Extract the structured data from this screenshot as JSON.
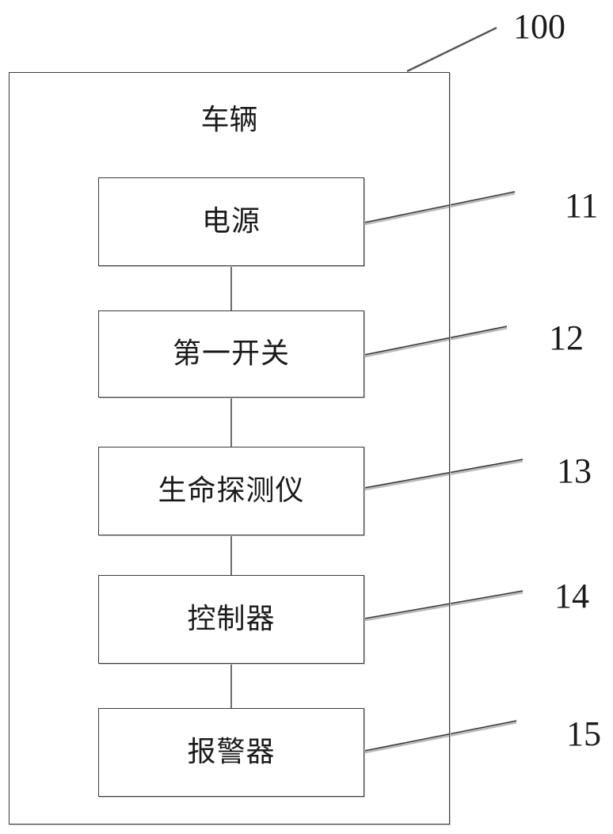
{
  "diagram": {
    "reference_number": "100",
    "container_label": "车辆",
    "blocks": [
      {
        "label": "电源",
        "reference": "11"
      },
      {
        "label": "第一开关",
        "reference": "12"
      },
      {
        "label": "生命探测仪",
        "reference": "13"
      },
      {
        "label": "控制器",
        "reference": "14"
      },
      {
        "label": "报警器",
        "reference": "15"
      }
    ]
  }
}
